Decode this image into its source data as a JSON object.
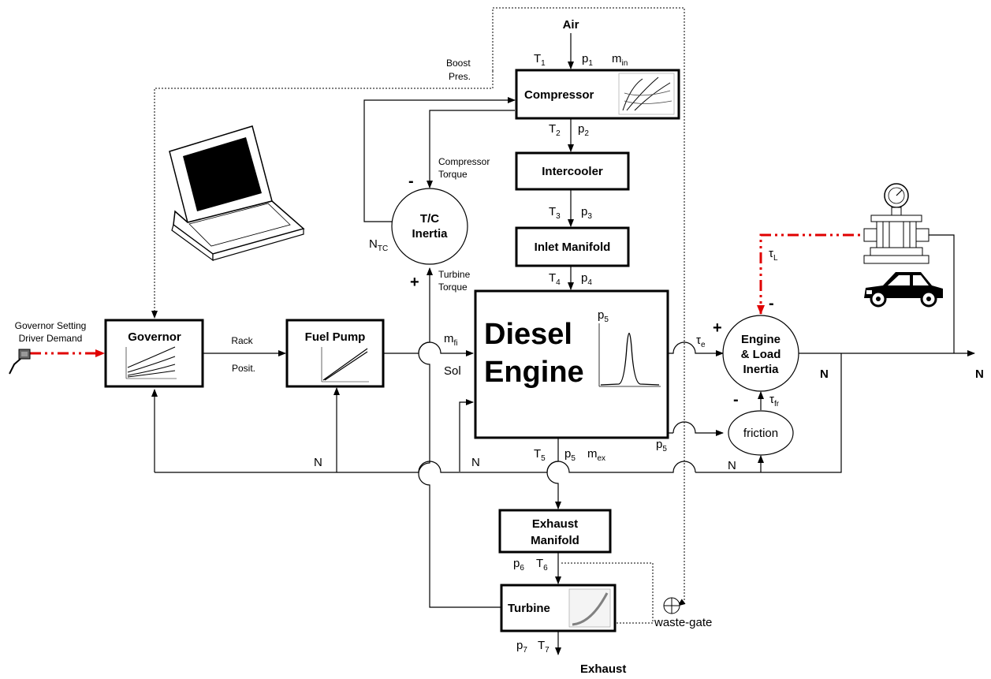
{
  "blocks": {
    "compressor": "Compressor",
    "intercooler": "Intercooler",
    "inlet_manifold": "Inlet Manifold",
    "diesel_engine": [
      "Diesel",
      "Engine"
    ],
    "governor": "Governor",
    "fuel_pump": "Fuel Pump",
    "exhaust_manifold": [
      "Exhaust",
      "Manifold"
    ],
    "turbine": "Turbine",
    "tc_inertia": [
      "T/C",
      "Inertia"
    ],
    "engine_load_inertia": [
      "Engine",
      "& Load",
      "Inertia"
    ],
    "friction": "friction"
  },
  "labels": {
    "air": "Air",
    "exhaust": "Exhaust",
    "boost_pres": [
      "Boost",
      "Pres."
    ],
    "compressor_torque": [
      "Compressor",
      "Torque"
    ],
    "turbine_torque": [
      "Turbine",
      "Torque"
    ],
    "governor_setting": [
      "Governor Setting",
      "Driver Demand"
    ],
    "rack": "Rack",
    "posit": "Posit.",
    "sol": "Sol",
    "waste_gate": "waste-gate",
    "n": "N",
    "plus": "+",
    "minus": "-"
  },
  "variables": {
    "T": "T",
    "p": "p",
    "m": "m",
    "tau": "τ",
    "sub_1": "1",
    "sub_2": "2",
    "sub_3": "3",
    "sub_4": "4",
    "sub_5": "5",
    "sub_6": "6",
    "sub_7": "7",
    "sub_in": "in",
    "sub_fi": "fi",
    "sub_ex": "ex",
    "sub_TC": "TC",
    "sub_e": "e",
    "sub_L": "L",
    "sub_fr": "fr"
  },
  "colors": {
    "demand_signal": "#e00000",
    "lines": "#000000",
    "background": "#ffffff"
  },
  "icons": [
    "laptop-icon",
    "dynamometer-icon",
    "car-icon",
    "pedal-icon"
  ]
}
